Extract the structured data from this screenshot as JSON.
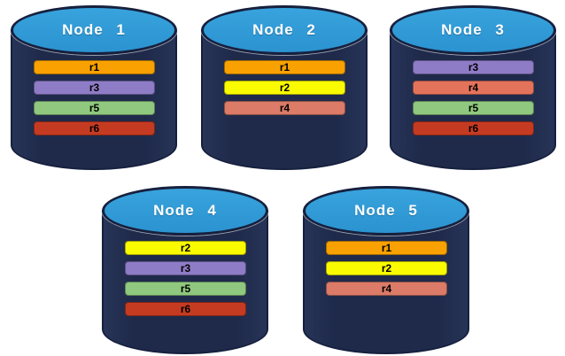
{
  "diagram": {
    "kind": "database-replica-placement",
    "colors": {
      "cylinder_body": "#1f2a4b",
      "cylinder_border": "#16203e",
      "cylinder_top": "#2e9ad5",
      "title_text": "#ffffff",
      "bar_text": "#000000"
    },
    "replica_colors": {
      "r1": "#f8a100",
      "r2": "#fbfb00",
      "r3": "#8e7cc6",
      "r4": "#db7b68",
      "r5": "#8fc87e",
      "r6": "#c53b22"
    }
  },
  "nodes": [
    {
      "title": "Node 1",
      "replicas": [
        {
          "label": "r1",
          "color": "#f8a100"
        },
        {
          "label": "r3",
          "color": "#8e7cc6"
        },
        {
          "label": "r5",
          "color": "#8fc87e"
        },
        {
          "label": "r6",
          "color": "#c53b22"
        }
      ]
    },
    {
      "title": "Node 2",
      "replicas": [
        {
          "label": "r1",
          "color": "#f8a100"
        },
        {
          "label": "r2",
          "color": "#fbfb00"
        },
        {
          "label": "r4",
          "color": "#db7b68"
        }
      ]
    },
    {
      "title": "Node 3",
      "replicas": [
        {
          "label": "r3",
          "color": "#8e7cc6"
        },
        {
          "label": "r4",
          "color": "#e4735c"
        },
        {
          "label": "r5",
          "color": "#8fc87e"
        },
        {
          "label": "r6",
          "color": "#c53b22"
        }
      ]
    },
    {
      "title": "Node 4",
      "replicas": [
        {
          "label": "r2",
          "color": "#fbfb00"
        },
        {
          "label": "r3",
          "color": "#8e7cc6"
        },
        {
          "label": "r5",
          "color": "#8fc87e"
        },
        {
          "label": "r6",
          "color": "#c53b22"
        }
      ]
    },
    {
      "title": "Node 5",
      "replicas": [
        {
          "label": "r1",
          "color": "#f8a100"
        },
        {
          "label": "r2",
          "color": "#fbfb00"
        },
        {
          "label": "r4",
          "color": "#db7b68"
        }
      ]
    }
  ]
}
